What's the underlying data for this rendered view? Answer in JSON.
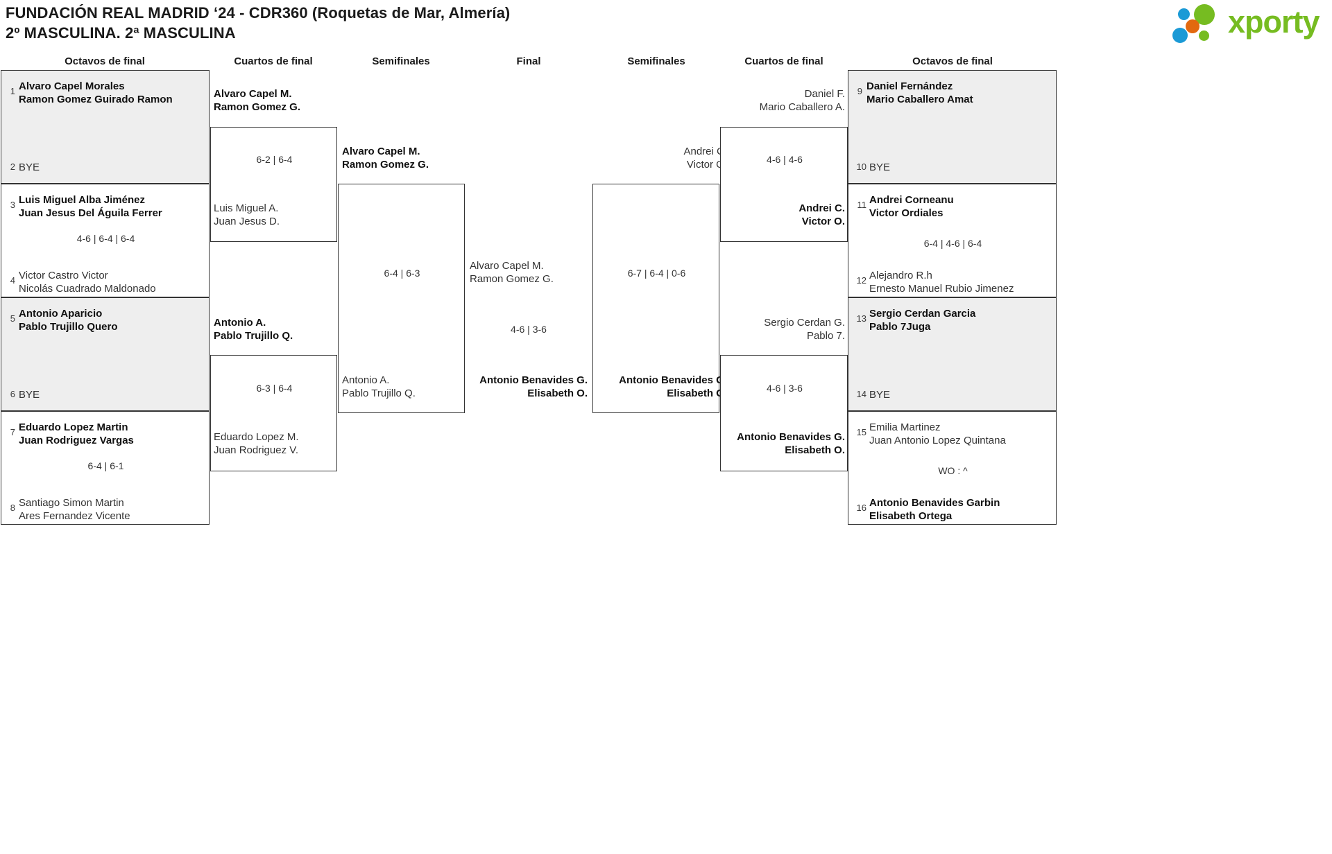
{
  "header": {
    "title_line1": "FUNDACIÓN REAL MADRID ‘24 - CDR360 (Roquetas de Mar, Almería)",
    "title_line2": "2º MASCULINA. 2ª MASCULINA",
    "logo_text": "xporty",
    "logo_colors": {
      "blue": "#1b9ad6",
      "orange": "#e2690f",
      "green": "#76bc21"
    }
  },
  "rounds": {
    "left_r16": "Octavos de final",
    "left_qf": "Cuartos de final",
    "left_sf": "Semifinales",
    "final": "Final",
    "right_sf": "Semifinales",
    "right_qf": "Cuartos de final",
    "right_r16": "Octavos de final"
  },
  "left_r16": [
    {
      "seed_top": "1",
      "top_l1": "Alvaro Capel Morales",
      "top_l2": "Ramon Gomez Guirado Ramon",
      "seed_bottom": "2",
      "bottom_l1": "BYE",
      "bottom_l2": "",
      "score": "",
      "shaded": true,
      "top_winner": true,
      "bottom_winner": false
    },
    {
      "seed_top": "3",
      "top_l1": "Luis Miguel Alba Jiménez",
      "top_l2": "Juan Jesus Del Águila Ferrer",
      "seed_bottom": "4",
      "bottom_l1": "Victor Castro Victor",
      "bottom_l2": "Nicolás Cuadrado Maldonado",
      "score": "4-6 | 6-4 | 6-4",
      "shaded": false,
      "top_winner": true,
      "bottom_winner": false
    },
    {
      "seed_top": "5",
      "top_l1": "Antonio Aparicio",
      "top_l2": "Pablo Trujillo Quero",
      "seed_bottom": "6",
      "bottom_l1": "BYE",
      "bottom_l2": "",
      "score": "",
      "shaded": true,
      "top_winner": true,
      "bottom_winner": false
    },
    {
      "seed_top": "7",
      "top_l1": "Eduardo Lopez Martin",
      "top_l2": "Juan Rodriguez Vargas",
      "seed_bottom": "8",
      "bottom_l1": "Santiago Simon Martin",
      "bottom_l2": "Ares Fernandez Vicente",
      "score": "6-4 | 6-1",
      "shaded": false,
      "top_winner": true,
      "bottom_winner": false
    }
  ],
  "left_qf": [
    {
      "top_l1": "Alvaro Capel M.",
      "top_l2": "Ramon Gomez G.",
      "bottom_l1": "Luis Miguel A.",
      "bottom_l2": "Juan Jesus D.",
      "score": "6-2 | 6-4",
      "top_winner": true,
      "bottom_winner": false
    },
    {
      "top_l1": "Antonio A.",
      "top_l2": "Pablo Trujillo Q.",
      "bottom_l1": "Eduardo Lopez M.",
      "bottom_l2": "Juan Rodriguez V.",
      "score": "6-3 | 6-4",
      "top_winner": true,
      "bottom_winner": false
    }
  ],
  "left_sf": [
    {
      "top_l1": "Alvaro Capel M.",
      "top_l2": "Ramon Gomez G.",
      "bottom_l1": "Antonio A.",
      "bottom_l2": "Pablo Trujillo Q.",
      "score": "6-4 | 6-3",
      "top_winner": true,
      "bottom_winner": false
    }
  ],
  "final": {
    "top_l1": "Alvaro Capel M.",
    "top_l2": "Ramon Gomez G.",
    "bottom_l1": "Antonio Benavides G.",
    "bottom_l2": "Elisabeth O.",
    "score": "4-6 | 3-6",
    "top_winner": false,
    "bottom_winner": true
  },
  "right_sf": [
    {
      "top_l1": "Andrei C.",
      "top_l2": "Victor O.",
      "bottom_l1": "Antonio Benavides G.",
      "bottom_l2": "Elisabeth O.",
      "score": "6-7 | 6-4 | 0-6",
      "top_winner": false,
      "bottom_winner": true
    }
  ],
  "right_qf": [
    {
      "top_l1": "Daniel F.",
      "top_l2": "Mario Caballero A.",
      "bottom_l1": "Andrei C.",
      "bottom_l2": "Victor O.",
      "score": "4-6 | 4-6",
      "top_winner": false,
      "bottom_winner": true
    },
    {
      "top_l1": "Sergio Cerdan G.",
      "top_l2": "Pablo 7.",
      "bottom_l1": "Antonio Benavides G.",
      "bottom_l2": "Elisabeth O.",
      "score": "4-6 | 3-6",
      "top_winner": false,
      "bottom_winner": true
    }
  ],
  "right_r16": [
    {
      "seed_top": "9",
      "top_l1": "Daniel Fernández",
      "top_l2": "Mario Caballero Amat",
      "seed_bottom": "10",
      "bottom_l1": "BYE",
      "bottom_l2": "",
      "score": "",
      "shaded": true,
      "top_winner": true,
      "bottom_winner": false
    },
    {
      "seed_top": "11",
      "top_l1": "Andrei Corneanu",
      "top_l2": "Victor Ordiales",
      "seed_bottom": "12",
      "bottom_l1": "Alejandro R.h",
      "bottom_l2": "Ernesto Manuel Rubio Jimenez",
      "score": "6-4 | 4-6 | 6-4",
      "shaded": false,
      "top_winner": true,
      "bottom_winner": false
    },
    {
      "seed_top": "13",
      "top_l1": "Sergio Cerdan Garcia",
      "top_l2": "Pablo 7Juga",
      "seed_bottom": "14",
      "bottom_l1": "BYE",
      "bottom_l2": "",
      "score": "",
      "shaded": true,
      "top_winner": true,
      "bottom_winner": false
    },
    {
      "seed_top": "15",
      "top_l1": "Emilia Martinez",
      "top_l2": "Juan Antonio Lopez Quintana",
      "seed_bottom": "16",
      "bottom_l1": "Antonio Benavides Garbin",
      "bottom_l2": "Elisabeth Ortega",
      "score": "WO : ^",
      "shaded": false,
      "top_winner": false,
      "bottom_winner": true
    }
  ]
}
